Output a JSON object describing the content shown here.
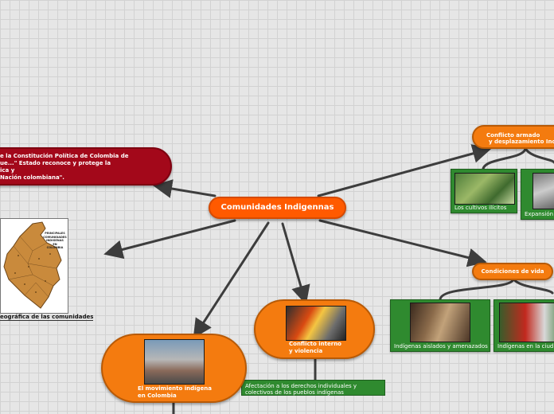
{
  "central": "Comunidades Indigennas",
  "red_box": [
    "e la Constitución Política de Colombia de",
    "ue...\" Estado reconoce y protege la",
    "ica y",
    "Nación colombiana\"."
  ],
  "conflict_node": [
    "Conflicto armado",
    "y desplazamiento Ind"
  ],
  "conditions_node": "Condiciones de vida",
  "thumb_cultivos": "Los cultivos ilícitos",
  "thumb_expansion": "Expansión",
  "thumb_aislados": "Indígenas aislados y amenazados",
  "thumb_ciudad": "Indígenas en la ciud",
  "conflicto_interno": [
    "Conflicto interno",
    "y violencia"
  ],
  "movimiento": [
    "El movimiento indígena",
    "en Colombia"
  ],
  "afectacion": [
    "Afectación a los derechos individuales y",
    "colectivos de los pueblos indígenas"
  ],
  "map_label": "eográfica de las comunidades",
  "map_legend": [
    "PRINCIPALES",
    "COMUNIDADES",
    "INDIGENAS",
    "EN",
    "COLOMBIA"
  ],
  "colors": {
    "central": "#ff5a00",
    "node": "#f47b0f",
    "red": "#a3081a",
    "green": "#2f8a2f",
    "link": "#3d3d3d"
  }
}
